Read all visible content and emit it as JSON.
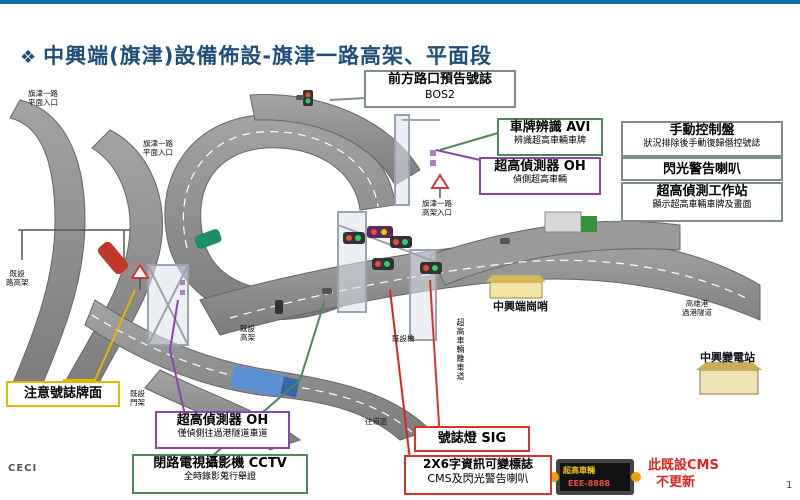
{
  "title": "中興端(旗津)設備佈設-旗津一路高架、平面段",
  "bullet": "❖",
  "callouts": {
    "bos2": {
      "line1": "前方路口預告號誌",
      "line2": "BOS2"
    },
    "avi": {
      "line1": "車牌辨識 AVI",
      "line2": "辨識超高車輛車牌"
    },
    "oh_top": {
      "line1": "超高偵測器 OH",
      "line2": "偵側超高車輛"
    },
    "manual_panel": {
      "line1": "手動控制盤",
      "line2": "狀況排除後手動復歸僭控號誌"
    },
    "flash_horn": {
      "line1": "閃光警告喇叭"
    },
    "workstation": {
      "line1": "超高偵測工作站",
      "line2": "顯示超高車輛車牌及畫面"
    },
    "warning_sign": {
      "line1": "注意號誌牌面"
    },
    "oh_bottom": {
      "line1": "超高偵測器 OH",
      "line2": "僅偵側往過港隧道車道"
    },
    "cctv": {
      "line1": "閉路電視攝影機 CCTV",
      "line2": "全時錄影蒐行舉證"
    },
    "sig": {
      "line1": "號誌燈 SIG"
    },
    "cms": {
      "line1": "2X6字資訊可變標誌",
      "line2": "CMS及閃光警告喇叭"
    }
  },
  "cms_display": {
    "line1": "超高車輛",
    "line2": "EEE-8888"
  },
  "note": {
    "line1": "此既設CMS",
    "line2": "不更新"
  },
  "labels": {
    "qijin_ramp_left_1": "旗津一路",
    "qijin_ramp_left_2": "平面入口",
    "qijin_ramp_mid_1": "旗津一路",
    "qijin_ramp_mid_2": "平面入口",
    "elevated_left_1": "既設",
    "elevated_left_2": "路高架",
    "existing_gantry_1": "既設",
    "existing_gantry_2": "門架",
    "elevated_mid_1": "既設",
    "elevated_mid_2": "高架",
    "qijin_elev_1": "旗津一路",
    "qijin_elev_2": "高架入口",
    "existing_bridge": "既設橋",
    "to_guard": "往道區",
    "guard_post": "中興端崗哨",
    "tunnel_1": "高雄港",
    "tunnel_2": "過港隧道",
    "substation": "中興變電站",
    "over_lane": "超高車輛離車道",
    "page": "1",
    "logo": "CECI"
  },
  "colors": {
    "title": "#1f4e79",
    "road": "#8e8e8e",
    "note": "#e0241b",
    "callout_gray": "#7f8c8d",
    "callout_green": "#4a8a5a",
    "callout_purple": "#8e44ad",
    "callout_yellow": "#e6b800",
    "callout_red": "#d9342b"
  }
}
